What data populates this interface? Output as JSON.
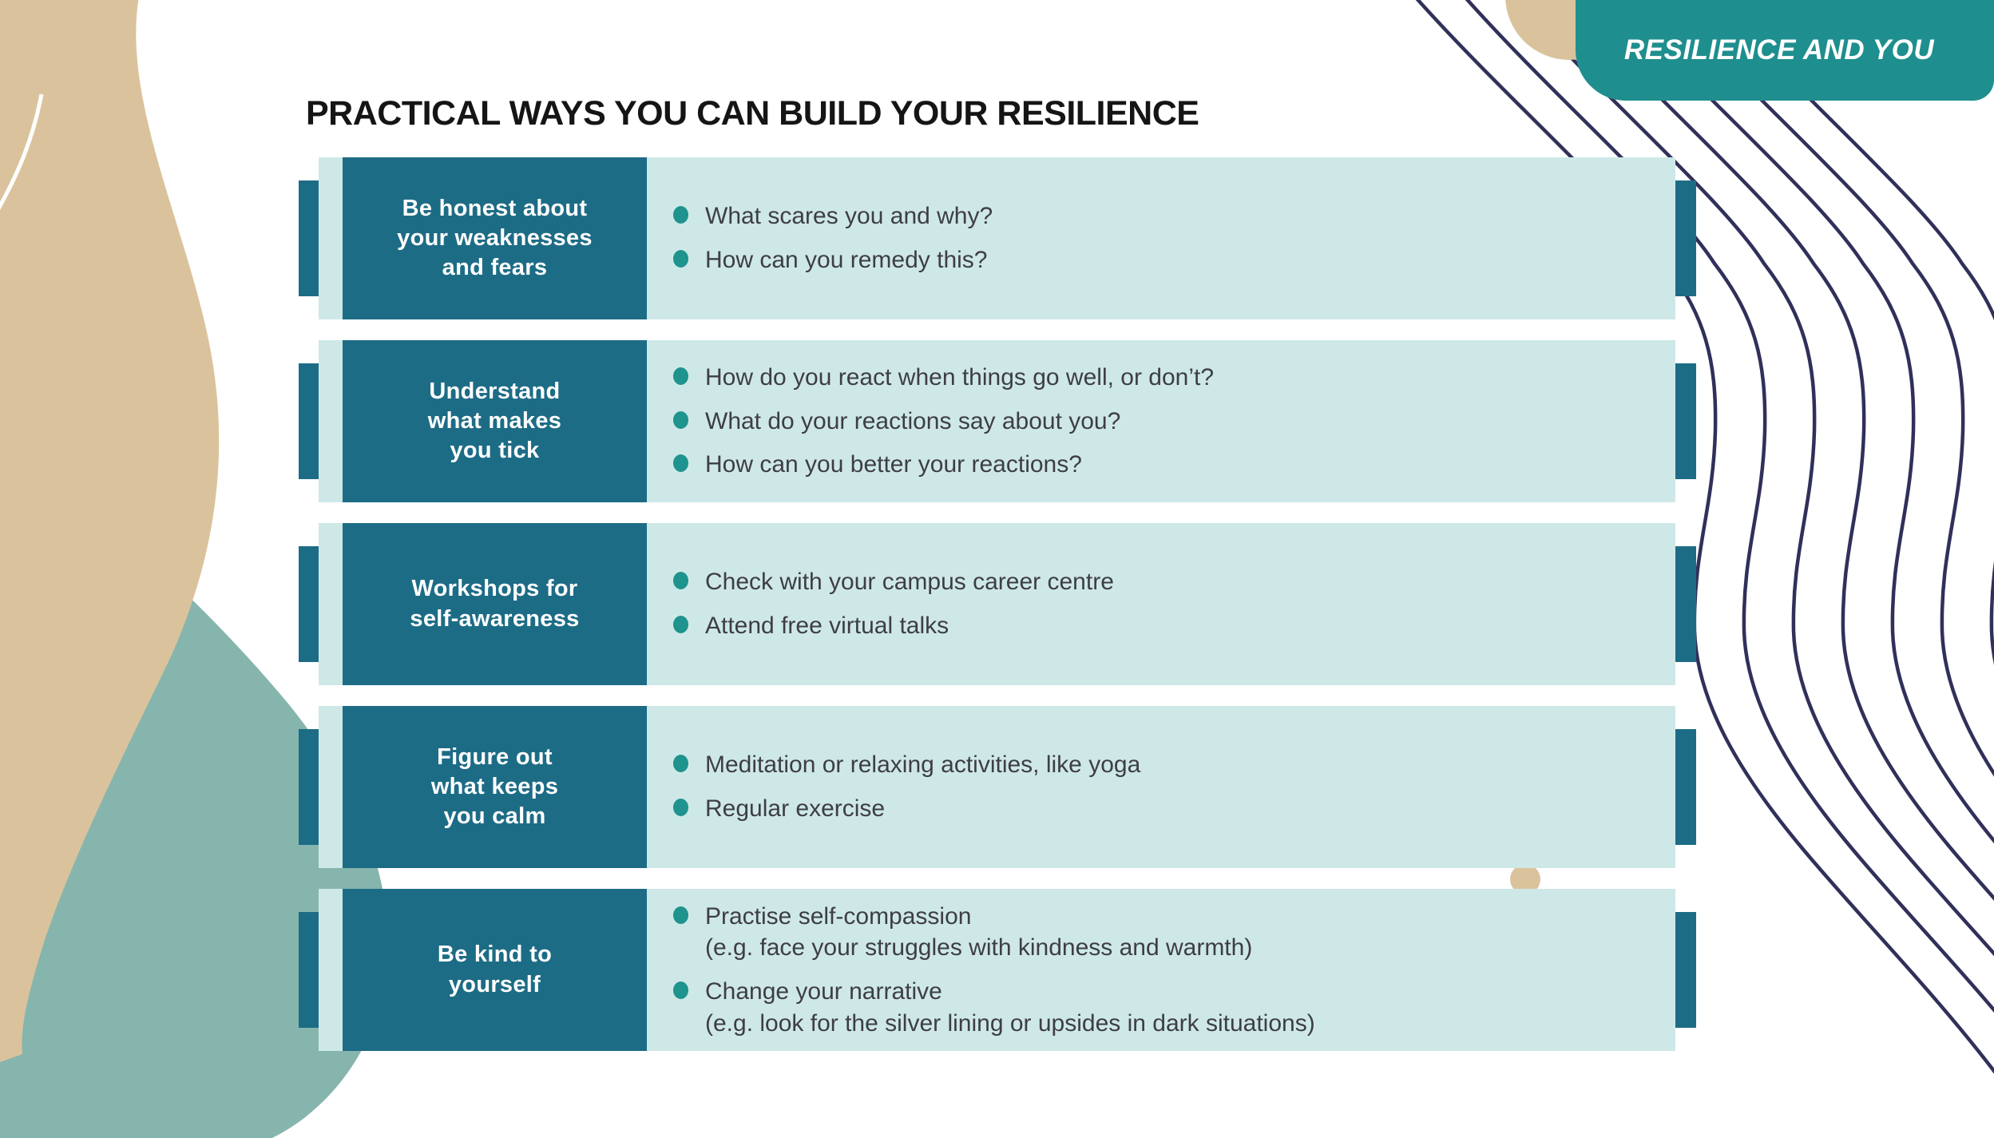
{
  "badge": {
    "label": "RESILIENCE AND YOU"
  },
  "title": "PRACTICAL WAYS YOU CAN BUILD YOUR RESILIENCE",
  "rows": [
    {
      "label": "Be honest about\nyour weaknesses\nand fears",
      "bullets": [
        {
          "text": "What scares you and why?"
        },
        {
          "text": "How can you remedy this?"
        }
      ]
    },
    {
      "label": "Understand\nwhat makes\nyou tick",
      "bullets": [
        {
          "text": "How do you react when things go well, or don’t?"
        },
        {
          "text": "What do your reactions say about you?"
        },
        {
          "text": "How can you better your reactions?"
        }
      ]
    },
    {
      "label": "Workshops for\nself-awareness",
      "bullets": [
        {
          "text": "Check with your campus career centre"
        },
        {
          "text": "Attend free virtual talks"
        }
      ]
    },
    {
      "label": "Figure out\nwhat keeps\nyou calm",
      "bullets": [
        {
          "text": "Meditation or relaxing activities, like yoga"
        },
        {
          "text": "Regular exercise"
        }
      ]
    },
    {
      "label": "Be kind to\nyourself",
      "bullets": [
        {
          "text": "Practise self-compassion",
          "sub": "(e.g. face your struggles with kindness and warmth)"
        },
        {
          "text": "Change your narrative",
          "sub": "(e.g. look for the silver lining or upsides in dark situations)"
        }
      ]
    }
  ],
  "colors": {
    "label_box_teal": "#1d6c86",
    "row_light_teal": "#cee8e8",
    "badge_teal": "#1f8e8e",
    "bullet_teal": "#1f938d",
    "sage_blob": "#86b5ae",
    "tan_blob": "#dac39c",
    "wave_navy": "#31305a",
    "title_text": "#151515",
    "body_text": "#3e3e42"
  }
}
